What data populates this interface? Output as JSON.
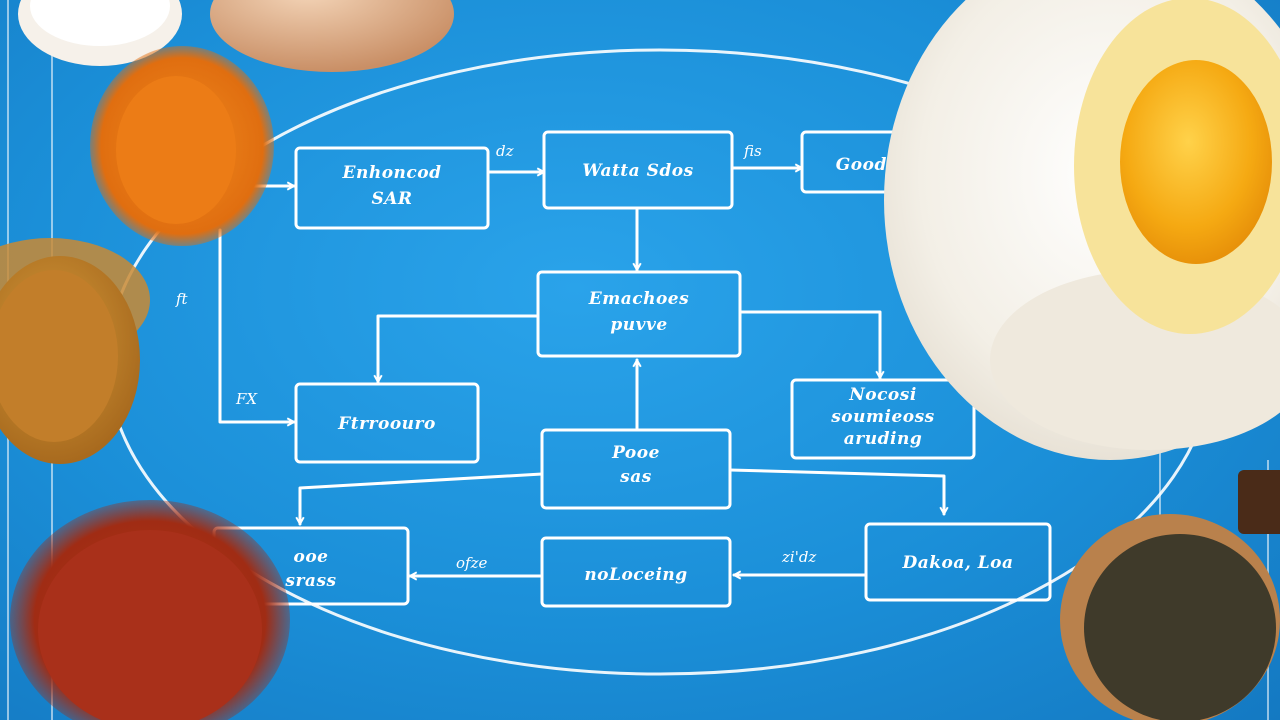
{
  "diagram": {
    "nodes": [
      {
        "id": "n1",
        "lines": [
          "Enhoncod",
          "SAR"
        ]
      },
      {
        "id": "n2",
        "lines": [
          "Watta Sdos"
        ]
      },
      {
        "id": "n3",
        "lines": [
          "Goodse"
        ]
      },
      {
        "id": "n4",
        "lines": [
          "Emachoes",
          "puvve"
        ]
      },
      {
        "id": "n5",
        "lines": [
          "Ftrroouro"
        ]
      },
      {
        "id": "n6",
        "lines": [
          "Nocosi",
          "soumieoss",
          "aruding"
        ]
      },
      {
        "id": "n7",
        "lines": [
          "Pooe",
          "sas"
        ]
      },
      {
        "id": "n8",
        "lines": [
          "ooe",
          "srass"
        ]
      },
      {
        "id": "n9",
        "lines": [
          "noLoceing"
        ]
      },
      {
        "id": "n10",
        "lines": [
          "Dakoa, Loa"
        ]
      }
    ],
    "edge_labels": [
      "dz",
      "fis",
      "ft",
      "FX",
      "ofze",
      "zi'dz"
    ],
    "colors": {
      "background": "#1b8fd8",
      "line": "#ffffff"
    }
  }
}
